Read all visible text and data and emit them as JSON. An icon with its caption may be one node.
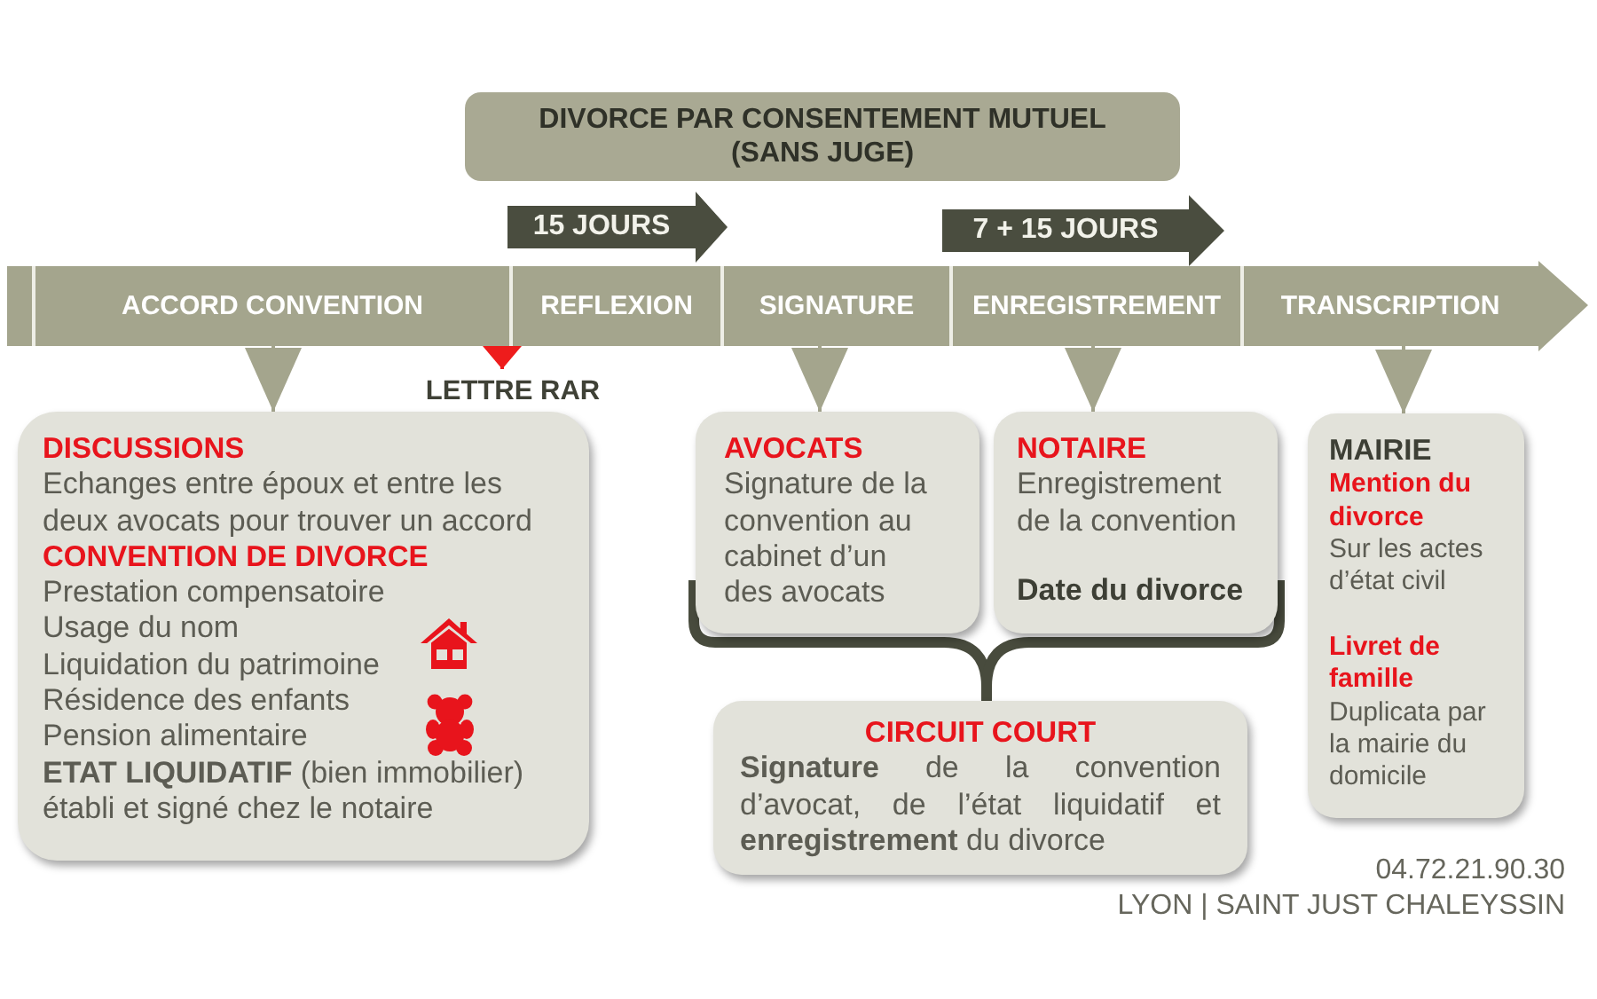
{
  "diagram": {
    "title": "DIVORCE PAR CONSENTEMENT MUTUEL (SANS JUGE)",
    "nodes": [
      {
        "text": [
          "15 JOURS"
        ]
      },
      {
        "text": [
          "7 + 15 JOURS"
        ]
      },
      {
        "text": [],
        "shape": "arrow"
      },
      {
        "text": [
          "ACCORD CONVENTION"
        ],
        "in": 2
      },
      {
        "text": [
          "REFLEXION"
        ],
        "in": 2
      },
      {
        "text": [
          "SIGNATURE"
        ],
        "in": 2
      },
      {
        "text": [
          "ENREGISTREMENT"
        ],
        "in": 2
      },
      {
        "text": [
          "TRANSCRIPTION"
        ],
        "in": 2
      },
      {
        "text": [
          "LETTRE RAR"
        ]
      },
      {
        "text": [
          "DISCUSSIONS",
          "Echanges entre époux et entre les deux avocats pour trouver un accord",
          "CONVENTION DE DIVORCE",
          "Prestation compensatoire",
          "Usage du nom",
          "Liquidation du patrimoine",
          "Résidence des enfants",
          "Pension alimentaire",
          "**ETAT LIQUIDATIF** (bien immobilier) établi et signé chez le notaire"
        ]
      },
      {
        "text": [
          "AVOCATS",
          "Signature de la convention au cabinet d’un des avocats"
        ]
      },
      {
        "text": [
          "NOTAIRE",
          "Enregistrement de la convention",
          "Date du divorce"
        ]
      },
      {
        "text": [
          "MAIRIE",
          "Mention du divorce",
          "Sur les actes d’état civil",
          "Livret de famille",
          "Duplicata par la mairie du domicile"
        ]
      },
      {
        "text": [
          "CIRCUIT COURT",
          "**Signature** de la convention d’avocat, de l’état liquidatif et **enregistrement** du divorce"
        ]
      }
    ],
    "edges": [
      {
        "from": 3,
        "to": 9,
        "arrow": "to"
      },
      {
        "from": 3,
        "to": 8,
        "arrow": "to",
        "color": "#ee1c1c"
      },
      {
        "from": 5,
        "to": 10,
        "arrow": "to"
      },
      {
        "from": 6,
        "to": 11,
        "arrow": "to"
      },
      {
        "from": 7,
        "to": 12,
        "arrow": "to"
      },
      {
        "from": 10,
        "to": 13,
        "arrow": "none",
        "style": "thick",
        "color": "#484b3d"
      },
      {
        "from": 11,
        "to": 13,
        "arrow": "none",
        "style": "thick",
        "color": "#484b3d"
      }
    ],
    "labels": [
      "04.72.21.90.30",
      "LYON | SAINT JUST CHALEYSSIN"
    ]
  }
}
